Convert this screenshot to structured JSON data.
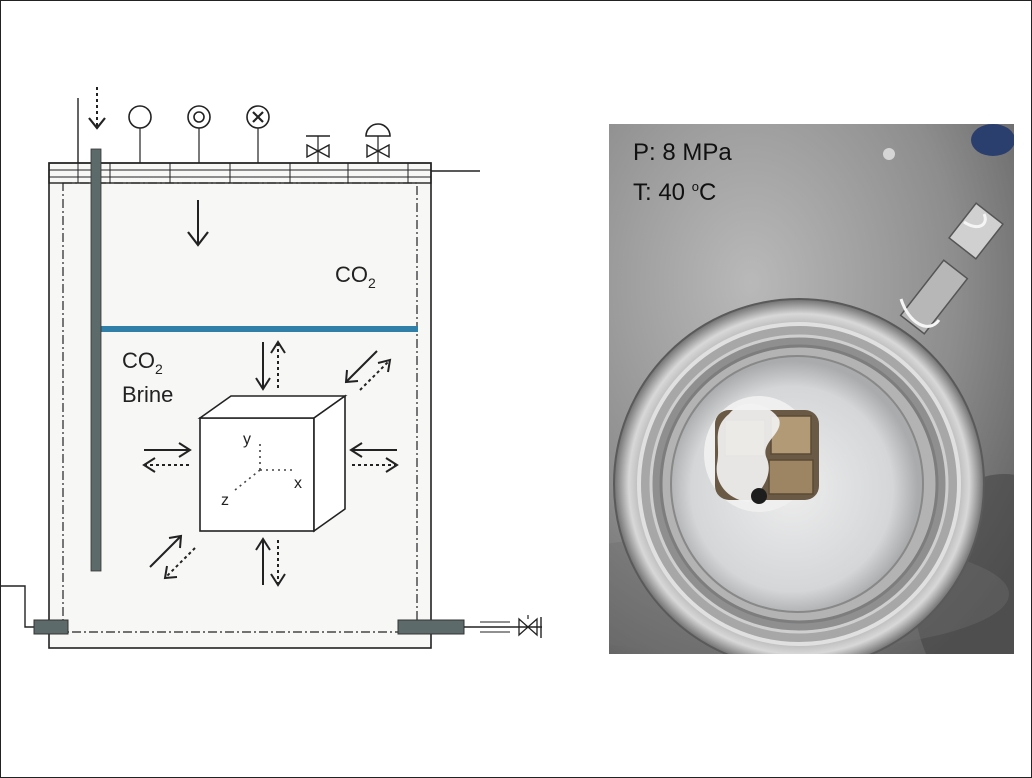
{
  "diagram": {
    "gas_label": "CO",
    "gas_sub": "2",
    "brine_label_line1": "CO",
    "brine_label_sub": "2",
    "brine_label_line2": "Brine",
    "axis_x": "x",
    "axis_y": "y",
    "axis_z": "z"
  },
  "photo": {
    "pressure": "P: 8 MPa",
    "temperature_value": "T: 40 ",
    "temperature_unit_super": "o",
    "temperature_unit": "C"
  },
  "colors": {
    "interface_line": "#2f7fa8",
    "pipe": "#5d6a6a",
    "outline": "#222222",
    "vessel_fill": "#f7f7f5"
  }
}
